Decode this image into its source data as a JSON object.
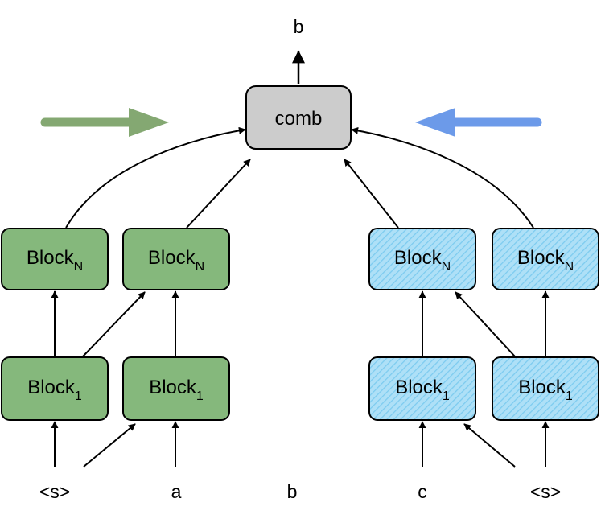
{
  "colors": {
    "forward_block_fill": "#85b87c",
    "backward_block_fill": "#aee0f7",
    "backward_block_hatch": "#7ccbef",
    "comb_fill": "#cccccc",
    "forward_arrow": "#84a872",
    "backward_arrow": "#6c9ae9",
    "stroke": "#000000"
  },
  "output_token": "b",
  "comb_label": "comb",
  "direction_arrows": [
    {
      "direction": "forward",
      "icon": "right-arrow-icon"
    },
    {
      "direction": "backward",
      "icon": "left-arrow-icon"
    }
  ],
  "block_label": {
    "text": "Block",
    "top_subscript": "N",
    "bottom_subscript": "1"
  },
  "input_tokens": [
    "<s>",
    "a",
    "b",
    "c",
    "<s>"
  ]
}
